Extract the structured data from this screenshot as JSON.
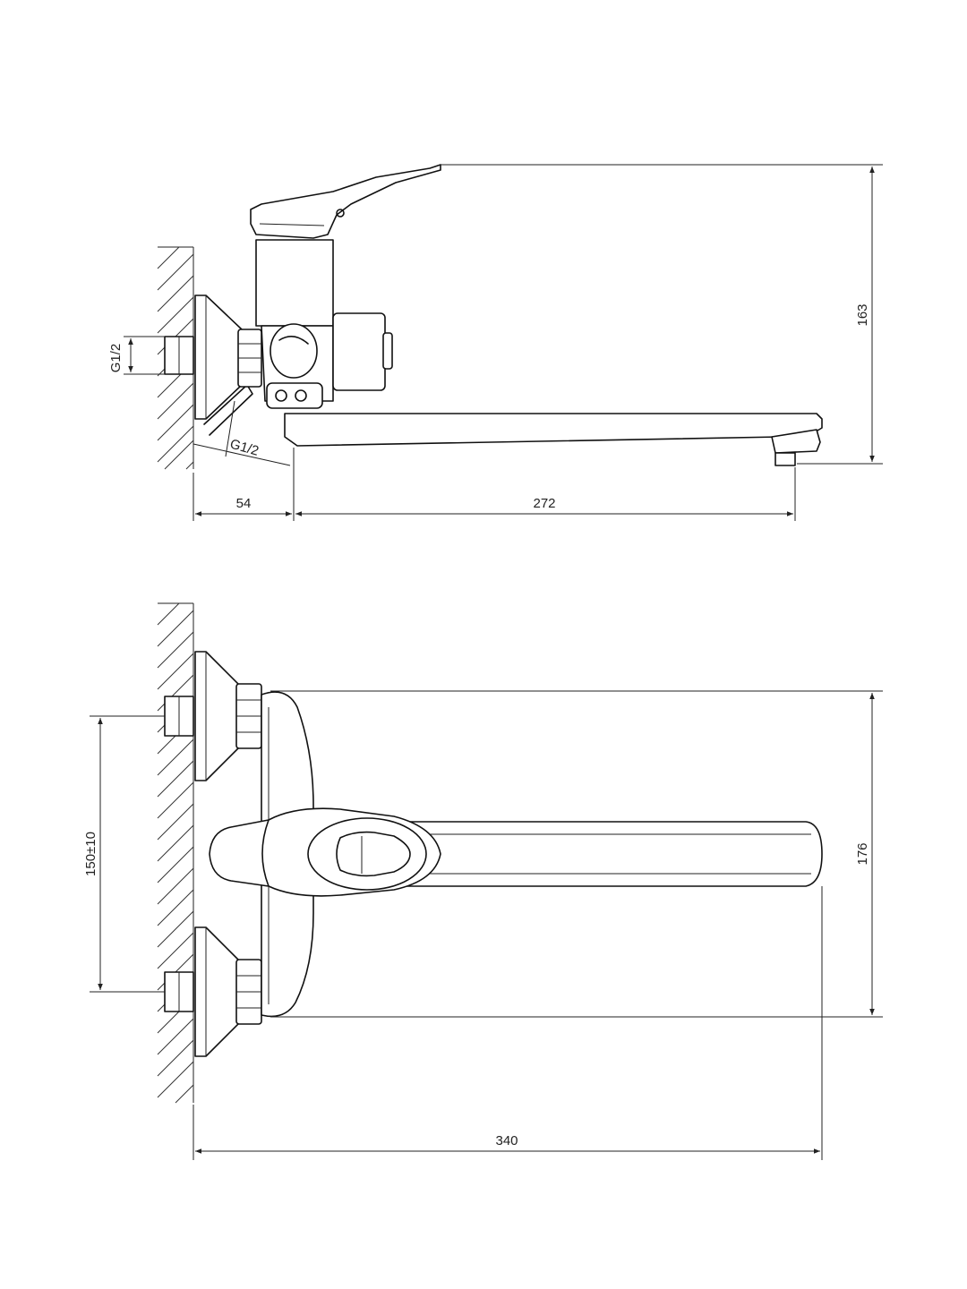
{
  "side_view": {
    "height_label": "163",
    "wall_to_body_label": "54",
    "spout_reach_label": "272",
    "inlet_thread_label": "G1/2",
    "angled_thread_label": "G1/2"
  },
  "top_view": {
    "inlet_spacing_label": "150±10",
    "body_width_label": "176",
    "total_reach_label": "340"
  }
}
